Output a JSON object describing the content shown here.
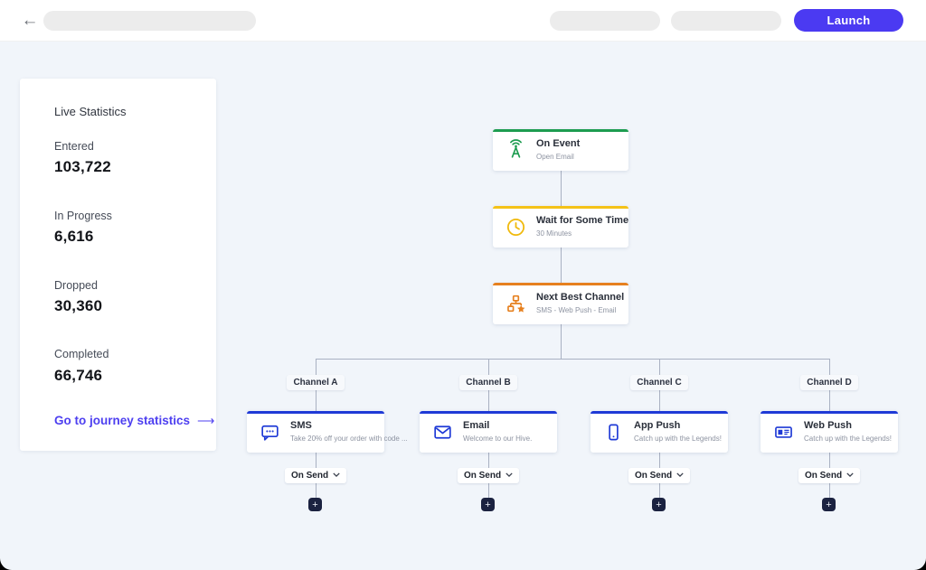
{
  "topbar": {
    "back_icon": "←",
    "launch_label": "Launch"
  },
  "stats": {
    "title": "Live Statistics",
    "items": [
      {
        "label": "Entered",
        "value": "103,722"
      },
      {
        "label": "In Progress",
        "value": "6,616"
      },
      {
        "label": "Dropped",
        "value": "30,360"
      },
      {
        "label": "Completed",
        "value": "66,746"
      }
    ],
    "link_label": "Go to journey statistics",
    "link_arrow": "⟶"
  },
  "flow": {
    "trigger": {
      "title": "On Event",
      "subtitle": "Open Email",
      "icon": "broadcast-icon",
      "accent": "#1d9c50"
    },
    "wait": {
      "title": "Wait for Some Time",
      "subtitle": "30 Minutes",
      "icon": "clock-icon",
      "accent": "#f4c218"
    },
    "split": {
      "title": "Next Best Channel",
      "subtitle": "SMS - Web Push - Email",
      "icon": "hierarchy-star-icon",
      "accent": "#e6801f"
    },
    "branches": [
      {
        "label": "Channel A",
        "title": "SMS",
        "subtitle": "Take 20% off your order with code ...",
        "icon": "sms-icon",
        "action": "On Send"
      },
      {
        "label": "Channel B",
        "title": "Email",
        "subtitle": "Welcome to our Hive.",
        "icon": "email-icon",
        "action": "On Send"
      },
      {
        "label": "Channel C",
        "title": "App Push",
        "subtitle": "Catch up with the Legends!",
        "icon": "app-push-icon",
        "action": "On Send"
      },
      {
        "label": "Channel D",
        "title": "Web Push",
        "subtitle": "Catch up with the Legends!",
        "icon": "web-push-icon",
        "action": "On Send"
      }
    ],
    "branch_accent": "#1f3ad6",
    "plus_label": "+"
  },
  "colors": {
    "canvas_bg": "#f1f5fa",
    "topbar_bg": "#ffffff",
    "primary_purple": "#4b3af2",
    "link_purple": "#4d3ff0",
    "connector_gray": "#a9b1c2",
    "plus_navy": "#1b2240"
  }
}
